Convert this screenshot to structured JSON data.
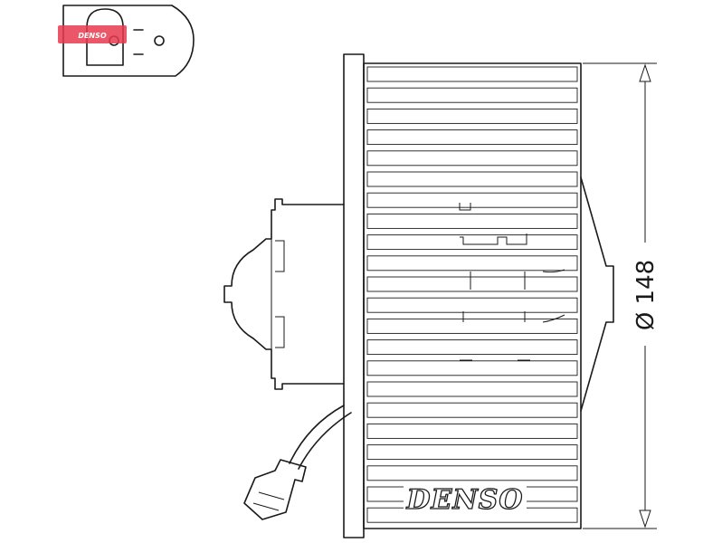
{
  "dimension": {
    "label": "Ø 148"
  },
  "brand": {
    "name": "DENSO",
    "logo_text": "DENSO",
    "logo_color": "#e8384f"
  },
  "colors": {
    "line": "#1a1a1a",
    "background": "#ffffff"
  }
}
